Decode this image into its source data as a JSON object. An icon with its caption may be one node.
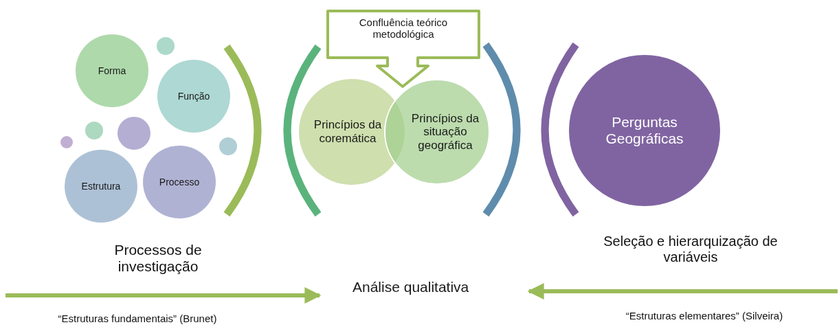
{
  "diagram": {
    "nodes": [
      {
        "text": [
          "Forma"
        ]
      },
      {
        "text": [
          "Função"
        ]
      },
      {
        "text": [
          "Estrutura"
        ]
      },
      {
        "text": [
          "Processo"
        ]
      },
      {
        "text": [],
        "shape": "circle"
      },
      {
        "text": [],
        "shape": "circle"
      },
      {
        "text": [],
        "shape": "circle"
      },
      {
        "text": [],
        "shape": "circle"
      },
      {
        "text": [],
        "shape": "circle"
      },
      {
        "text": [
          "Confluência teórico metodológica"
        ]
      },
      {
        "text": [
          "Princípios da coremática"
        ]
      },
      {
        "text": [
          "Princípios da situação geográfica"
        ]
      },
      {
        "text": [
          "Perguntas Geográficas"
        ]
      },
      {
        "text": [
          "Análise qualitativa"
        ]
      }
    ],
    "edges": [
      {
        "from": null,
        "to": 13,
        "arrow": "to"
      },
      {
        "from": null,
        "to": 13,
        "arrow": "to"
      }
    ],
    "labels": [
      "Processos de investigação",
      "Seleção e hierarquização de variáveis",
      "“Estruturas fundamentais” (Brunet)",
      "“Estruturas elementares” (Silveira)"
    ]
  }
}
